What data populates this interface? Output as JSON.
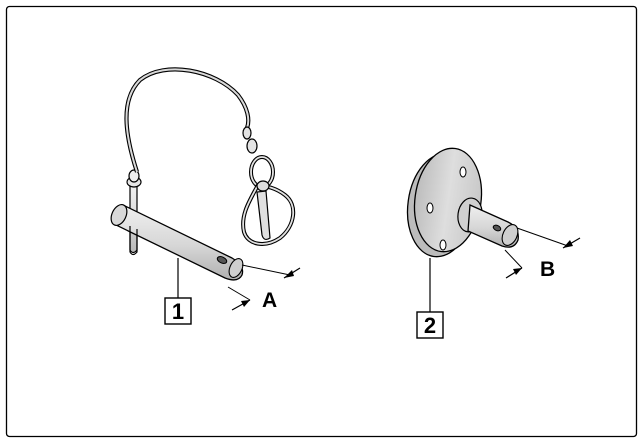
{
  "callouts": {
    "item_1": "1",
    "item_2": "2"
  },
  "dimensions": {
    "a": "A",
    "b": "B"
  },
  "colors": {
    "line": "#000000",
    "part_fill": "#e3e3e3",
    "part_shade": "#c4c4c4",
    "background": "#ffffff"
  }
}
